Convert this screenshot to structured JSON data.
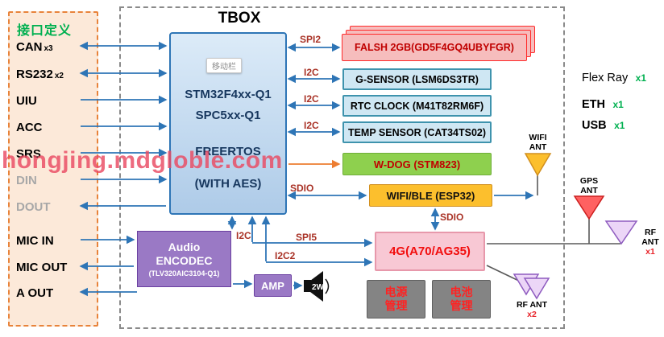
{
  "title": "TBOX",
  "watermark": "hongjing.mdgloble.com",
  "left_panel": {
    "title": "接口定义",
    "items": [
      {
        "label": "CAN",
        "sub": "x3"
      },
      {
        "label": "RS232",
        "sub": "x2"
      },
      {
        "label": "UIU",
        "sub": ""
      },
      {
        "label": "ACC",
        "sub": ""
      },
      {
        "label": "SRS",
        "sub": ""
      },
      {
        "label": "DIN",
        "sub": ""
      },
      {
        "label": "DOUT",
        "sub": ""
      },
      {
        "label": "MIC IN",
        "sub": ""
      },
      {
        "label": "MIC OUT",
        "sub": ""
      },
      {
        "label": "A OUT",
        "sub": ""
      }
    ]
  },
  "mcu": {
    "chip_tag": "移动栏",
    "line1": "STM32F4xx-Q1",
    "line2": "SPC5xx-Q1",
    "line3": "FREERTOS",
    "line4": "(WITH AES)"
  },
  "peripherals": {
    "flash": "FALSH 2GB(GD5F4GQ4UBYFGR)",
    "gsensor": "G-SENSOR (LSM6DS3TR)",
    "rtc": "RTC CLOCK (M41T82RM6F)",
    "temp": "TEMP SENSOR (CAT34TS02)",
    "wdog": "W-DOG (STM823)",
    "wifi_ble": "WIFI/BLE (ESP32)",
    "modem_4g": "4G(A70/AG35)",
    "power_mgmt_line1": "电源",
    "power_mgmt_line2": "管理",
    "battery_mgmt_line1": "电池",
    "battery_mgmt_line2": "管理"
  },
  "audio": {
    "line1": "Audio",
    "line2": "ENCODEC",
    "line3": "(TLV320AIC3104-Q1)",
    "amp": "AMP",
    "speaker_power": "2W"
  },
  "bus_labels": {
    "spi2": "SPI2",
    "i2c_gsensor": "I2C",
    "i2c_rtc": "I2C",
    "i2c_temp": "I2C",
    "sdio_wifi": "SDIO",
    "i2c_audio": "I2C",
    "spi5": "SPI5",
    "i2c2": "I2C2",
    "sdio_4g": "SDIO"
  },
  "external_ports": [
    {
      "label": "Flex Ray",
      "count": "x1"
    },
    {
      "label": "ETH",
      "count": "x1"
    },
    {
      "label": "USB",
      "count": "x1"
    }
  ],
  "antennas": {
    "wifi_line1": "WIFI",
    "wifi_line2": "ANT",
    "gps_line1": "GPS",
    "gps_line2": "ANT",
    "rf1_label": "RF ANT",
    "rf1_count": "x1",
    "rf2_label": "RF ANT",
    "rf2_count": "x2"
  },
  "colors": {
    "arrow_blue": "#2e75b6",
    "accent_green": "#00b050",
    "dark_red": "#c00000",
    "orange": "#ed7d31"
  }
}
